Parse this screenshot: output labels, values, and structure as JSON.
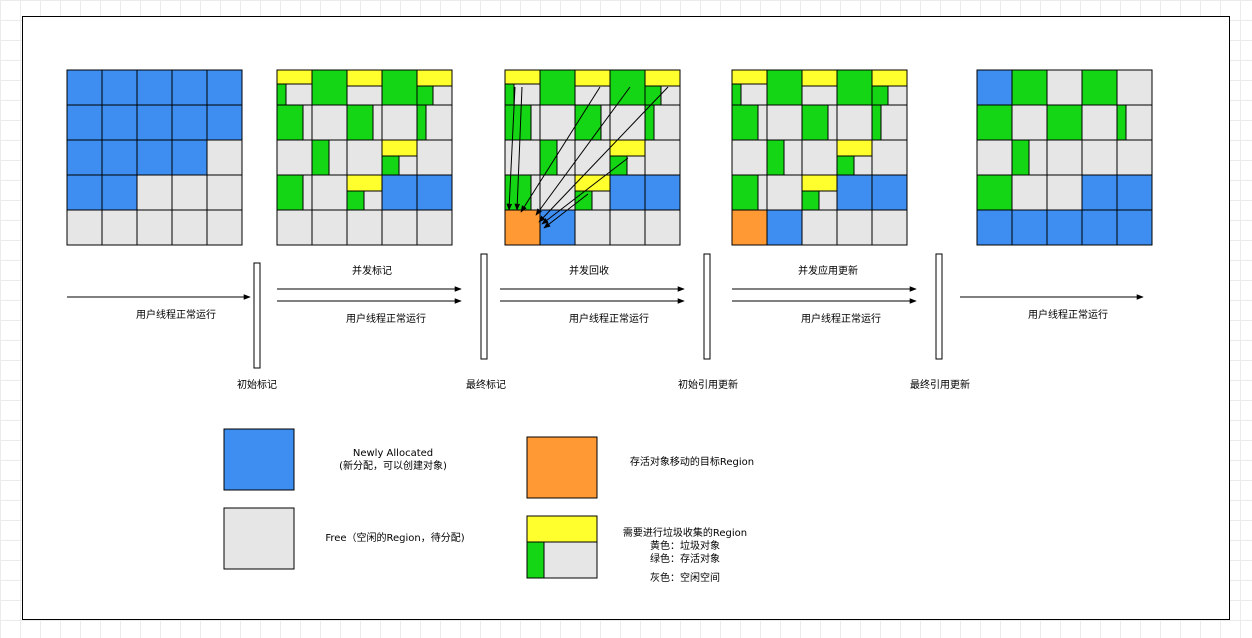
{
  "colors": {
    "allocated": "#3d8ef0",
    "free": "#e6e6e6",
    "target": "#ff9933",
    "garbage": "#ffff2e",
    "live": "#14d614",
    "border": "#000000"
  },
  "phases": {
    "initial_mark": "初始标记",
    "final_mark": "最终标记",
    "initial_update_refs": "初始引用更新",
    "final_update_refs": "最终引用更新"
  },
  "arrows": {
    "app_running": "用户线程正常运行",
    "concurrent_mark": "并发标记",
    "concurrent_evacuation": "并发回收",
    "concurrent_update_refs": "并发应用更新"
  },
  "legend": {
    "allocated_line1": "Newly Allocated",
    "allocated_line2": "(新分配，可以创建对象)",
    "free": "Free（空闲的Region，待分配)",
    "target": "存活对象移动的目标Region",
    "collect_title": "需要进行垃圾收集的Region",
    "collect_yellow": "黄色：垃圾对象",
    "collect_green": "绿色：存活对象",
    "collect_gray": "灰色：空闲空间"
  },
  "grids": [
    {
      "cells": [
        [
          "A",
          "A",
          "A",
          "A",
          "A"
        ],
        [
          "A",
          "A",
          "A",
          "A",
          "A"
        ],
        [
          "A",
          "A",
          "A",
          "A",
          "F"
        ],
        [
          "A",
          "A",
          "F",
          "F",
          "F"
        ],
        [
          "F",
          "F",
          "F",
          "F",
          "F"
        ]
      ]
    },
    {
      "cells": [
        [
          "C1",
          "L",
          "C2",
          "L",
          "C3"
        ],
        [
          "C4",
          "F",
          "C5",
          "F",
          "C6"
        ],
        [
          "F",
          "C7",
          "F",
          "C8",
          "F"
        ],
        [
          "C9",
          "F",
          "C10",
          "A",
          "A"
        ],
        [
          "F",
          "F",
          "F",
          "F",
          "F"
        ]
      ]
    },
    {
      "cells": [
        [
          "C1",
          "L",
          "C2",
          "L",
          "C3"
        ],
        [
          "C4",
          "F",
          "C5",
          "F",
          "C6"
        ],
        [
          "F",
          "C7",
          "F",
          "C8",
          "F"
        ],
        [
          "C9",
          "F",
          "C10",
          "A",
          "A"
        ],
        [
          "T",
          "A",
          "F",
          "F",
          "F"
        ]
      ]
    },
    {
      "cells": [
        [
          "C1",
          "L",
          "C2",
          "L",
          "C3"
        ],
        [
          "C4",
          "F",
          "C5",
          "F",
          "C6"
        ],
        [
          "F",
          "C7",
          "F",
          "C8",
          "F"
        ],
        [
          "C9",
          "F",
          "C10",
          "A",
          "A"
        ],
        [
          "T",
          "A",
          "F",
          "F",
          "F"
        ]
      ]
    },
    {
      "cells": [
        [
          "A",
          "L",
          "F",
          "L",
          "F"
        ],
        [
          "L",
          "F",
          "L",
          "F",
          "C6"
        ],
        [
          "F",
          "C7",
          "F",
          "F",
          "F"
        ],
        [
          "L",
          "F",
          "F",
          "A",
          "A"
        ],
        [
          "A",
          "A",
          "A",
          "A",
          "A"
        ]
      ]
    }
  ]
}
